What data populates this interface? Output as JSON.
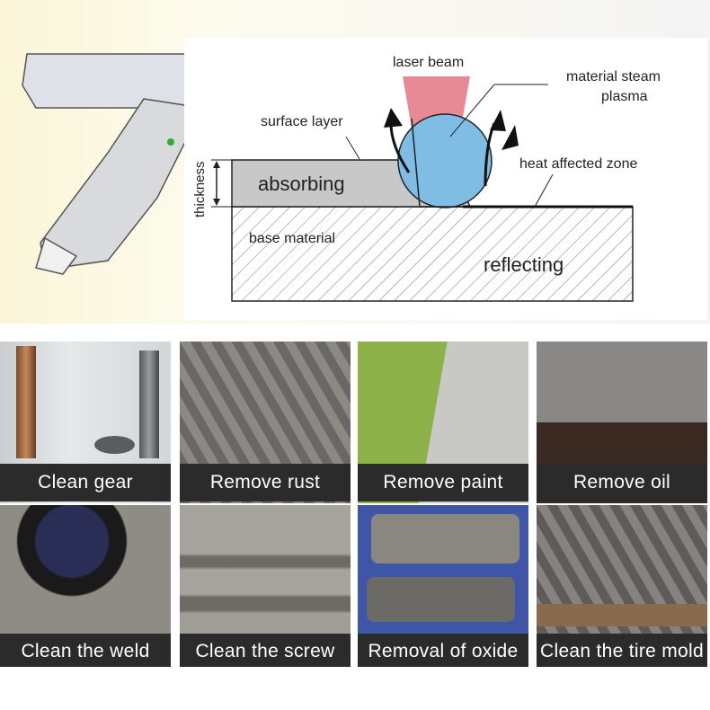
{
  "diagram": {
    "laser_beam": "laser beam",
    "material_steam": "material steam",
    "plasma": "plasma",
    "surface_layer": "surface layer",
    "heat_affected_zone": "heat affected zone",
    "thickness": "thickness",
    "absorbing": "absorbing",
    "base_material": "base material",
    "reflecting": "reflecting"
  },
  "applications": [
    {
      "label": "Clean gear"
    },
    {
      "label": "Remove rust"
    },
    {
      "label": "Remove paint"
    },
    {
      "label": "Remove oil"
    },
    {
      "label": "Clean the weld"
    },
    {
      "label": "Clean the screw"
    },
    {
      "label": "Removal of oxide"
    },
    {
      "label": "Clean the tire mold"
    }
  ]
}
